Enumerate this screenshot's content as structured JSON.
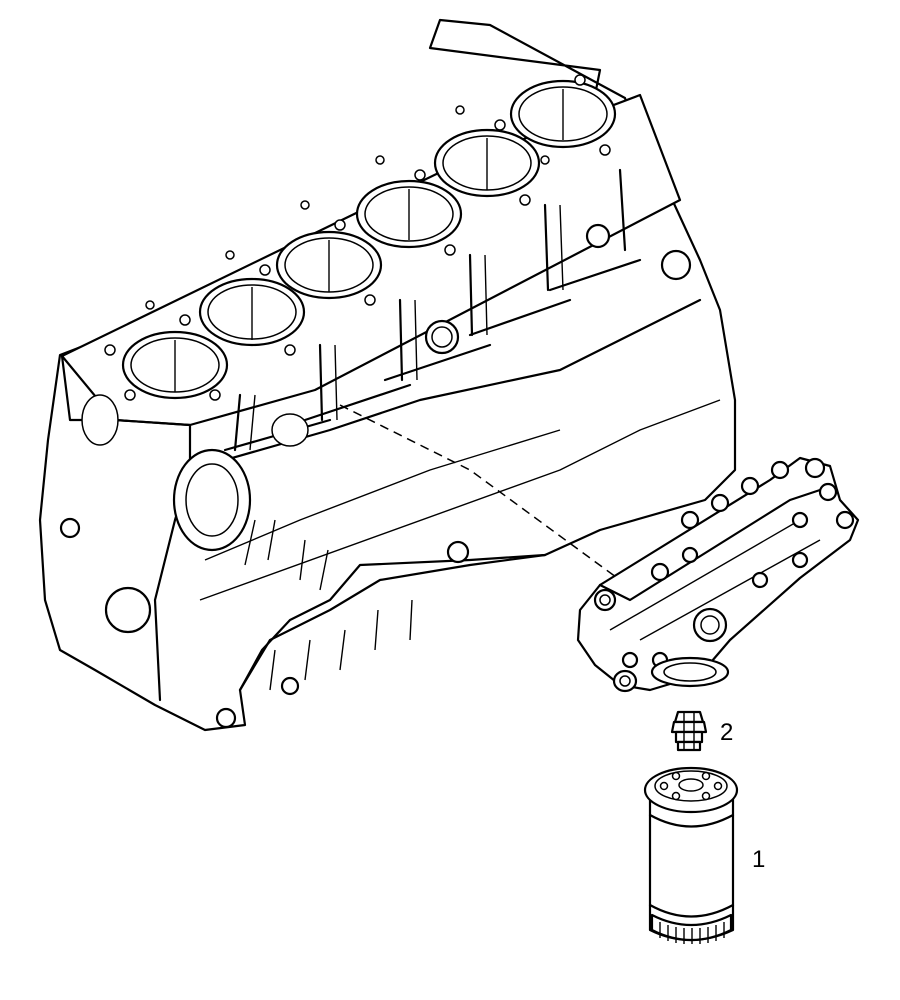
{
  "diagram": {
    "callouts": [
      {
        "id": "1",
        "label": "1",
        "part": "oil-filter"
      },
      {
        "id": "2",
        "label": "2",
        "part": "filter-nipple"
      }
    ]
  }
}
